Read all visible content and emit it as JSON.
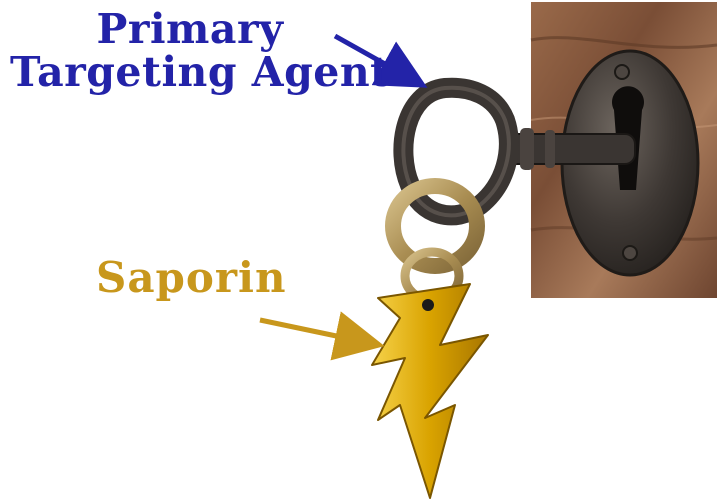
{
  "labels": {
    "primary_line1": "Primary",
    "primary_line2": "Targeting Agent",
    "saporin": "Saporin"
  },
  "colors": {
    "primary_text": "#2323a8",
    "saporin_text": "#c8971c",
    "wood": "#8a5a3c",
    "iron": "#3a3532",
    "ring": "#b59a5e",
    "bolt": "#d8a400"
  },
  "icons": {
    "key": "antique-key-icon",
    "keyhole": "keyhole-plate-icon",
    "bolt": "lightning-bolt-icon"
  }
}
